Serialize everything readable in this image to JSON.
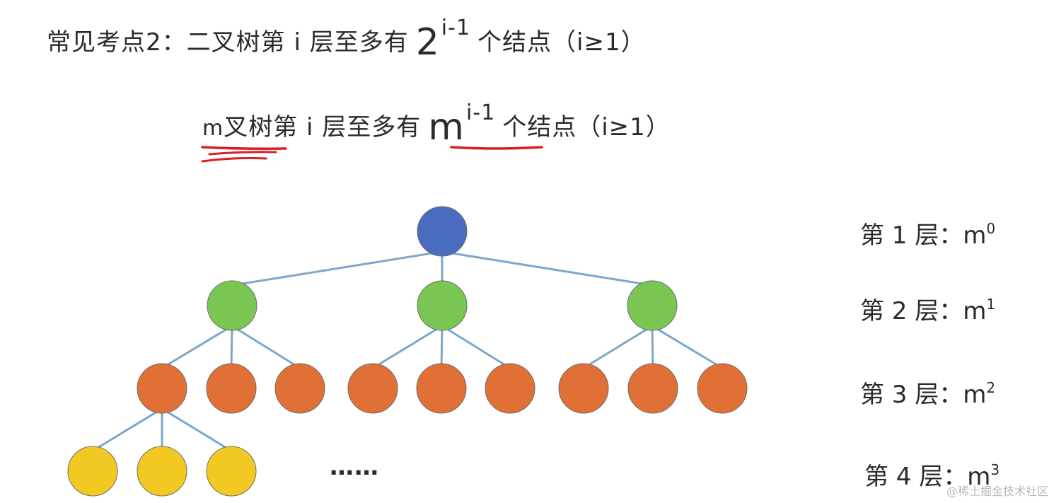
{
  "heading": {
    "line1": {
      "prefix": "常见考点2：二叉树第 i 层至多有",
      "base": "2",
      "exponent": "i-1",
      "suffix": "个结点（i≥1）"
    },
    "line2": {
      "m": "m",
      "prefix": "叉树第 i 层至多有",
      "base": "m",
      "exponent": "i-1",
      "suffix": "个结点（i≥1）"
    }
  },
  "layers": [
    {
      "label": "第 1 层：m",
      "exp": "0"
    },
    {
      "label": "第 2 层：m",
      "exp": "1"
    },
    {
      "label": "第 3 层：m",
      "exp": "2"
    },
    {
      "label": "第 4 层：m",
      "exp": "3"
    }
  ],
  "ellipsis": "……",
  "watermark": "@稀土掘金技术社区",
  "colors": {
    "root": "#4a6cbf",
    "level2": "#7ac653",
    "level3": "#e07036",
    "level4": "#f2c922",
    "edge": "#7da7cb",
    "underline": "#d81f26",
    "node_stroke": "#6e6e6e"
  }
}
